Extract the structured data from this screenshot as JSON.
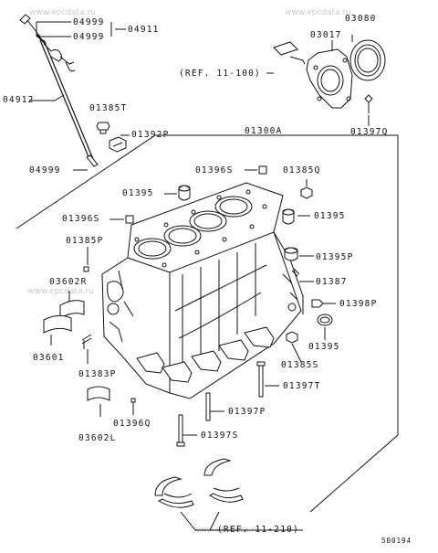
{
  "watermarks": [
    "www.epcdata.ru",
    "www.epcdata.ru",
    "www.epcdata.ru",
    "www.epcdata.ru"
  ],
  "diagram_code": "500194",
  "references": {
    "ref_top": "(REF. 11-100)",
    "ref_bottom": "(REF. 11-210)"
  },
  "parts": {
    "p04911": "04911",
    "p04999a": "04999",
    "p04999b": "04999",
    "p04912": "04912",
    "p04999c": "04999",
    "p01385t": "01385T",
    "p01392p": "01392P",
    "p03080": "03080",
    "p03017": "03017",
    "p01397q": "01397Q",
    "p01300a": "01300A",
    "p01396s_top": "01396S",
    "p01385q": "01385Q",
    "p01395_a": "01395",
    "p01395_b": "01395",
    "p01396s_left": "01396S",
    "p01385p": "01385P",
    "p01395p": "01395P",
    "p01387": "01387",
    "p03602r": "03602R",
    "p01398p": "01398P",
    "p03601": "03601",
    "p01395_c": "01395",
    "p01383p": "01383P",
    "p01385s": "01385S",
    "p01397t": "01397T",
    "p03602l": "03602L",
    "p01396q": "01396Q",
    "p01397p": "01397P",
    "p01397s": "01397S"
  },
  "colors": {
    "line": "#111111",
    "watermark": "#c9c9c9",
    "background": "#ffffff"
  }
}
